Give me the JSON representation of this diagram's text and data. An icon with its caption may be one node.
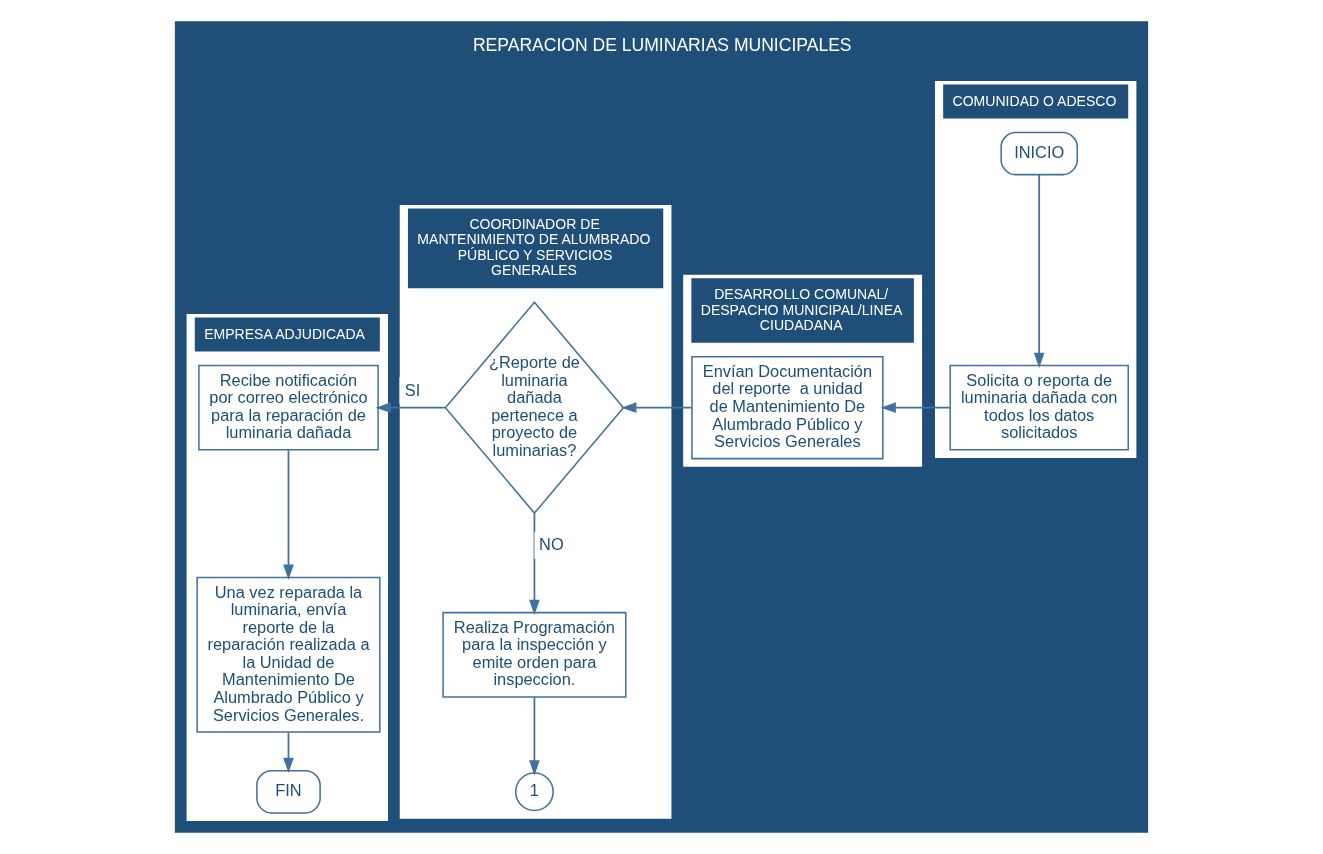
{
  "diagram": {
    "nodes": [
      {
        "text": [
          "REPARACION DE LUMINARIAS MUNICIPALES"
        ]
      },
      {
        "text": [
          "COMUNIDAD O ADESCO"
        ],
        "in": 0
      },
      {
        "text": [
          "DESARROLLO COMUNAL/ DESPACHO MUNICIPAL/LINEA CIUDADANA"
        ],
        "in": 0
      },
      {
        "text": [
          "COORDINADOR DE MANTENIMIENTO DE ALUMBRADO PÚBLICO Y SERVICIOS GENERALES"
        ],
        "in": 0
      },
      {
        "text": [
          "EMPRESA ADJUDICADA"
        ],
        "in": 0
      },
      {
        "text": [
          "INICIO"
        ],
        "in": 1
      },
      {
        "text": [
          "Solicita o reporta de luminaria dañada con todos los datos solicitados"
        ],
        "in": 1
      },
      {
        "text": [
          "Envían Documentación del reporte  a unidad de Mantenimiento De Alumbrado Público y Servicios Generales"
        ],
        "in": 2
      },
      {
        "text": [
          "¿Reporte de luminaria dañada pertenece a proyecto de luminarias?"
        ],
        "in": 3
      },
      {
        "text": [
          "Realiza Programación para la inspección y emite orden para inspeccion."
        ],
        "in": 3
      },
      {
        "text": [
          "1"
        ],
        "in": 3
      },
      {
        "text": [
          "Recibe notificación por correo electrónico para la reparación de luminaria dañada"
        ],
        "in": 4
      },
      {
        "text": [
          "Una vez reparada la luminaria, envía reporte de la reparación realizada a la Unidad de Mantenimiento De Alumbrado Público y Servicios Generales."
        ],
        "in": 4
      },
      {
        "text": [
          "FIN"
        ],
        "in": 4
      }
    ],
    "edges": [
      {
        "from": 5,
        "to": 6,
        "arrow": "to"
      },
      {
        "from": 6,
        "to": 7,
        "arrow": "to"
      },
      {
        "from": 7,
        "to": 8,
        "arrow": "to"
      },
      {
        "from": 8,
        "to": 11,
        "arrow": "to",
        "label": "SI"
      },
      {
        "from": 8,
        "to": 9,
        "arrow": "to",
        "label": "NO"
      },
      {
        "from": 9,
        "to": 10,
        "arrow": "to"
      },
      {
        "from": 11,
        "to": 12,
        "arrow": "to"
      },
      {
        "from": 12,
        "to": 13,
        "arrow": "to"
      }
    ]
  }
}
